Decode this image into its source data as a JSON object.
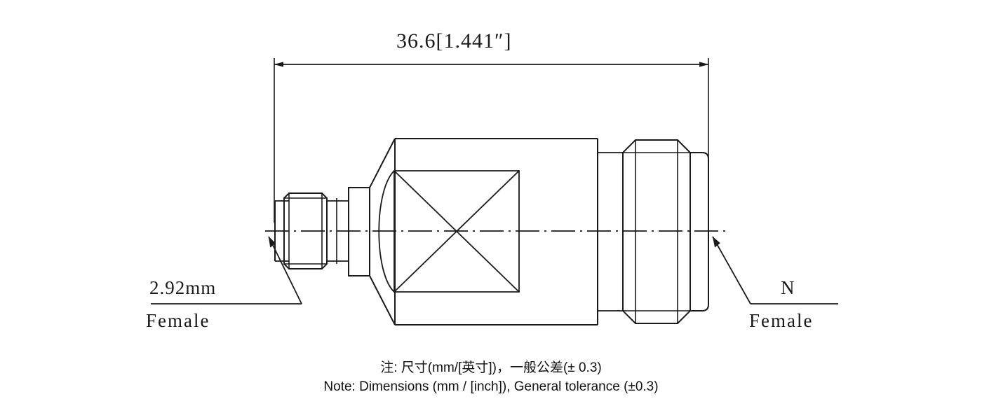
{
  "drawing": {
    "title_dimension": "36.6[1.441″]",
    "left_connector": {
      "type": "2.92mm",
      "gender": "Female"
    },
    "right_connector": {
      "type": "N",
      "gender": "Female"
    },
    "line_color": "#1a1a1a",
    "background_color": "#ffffff"
  },
  "notes": {
    "line_cn": "注: 尺寸(mm/[英寸])，一般公差(± 0.3)",
    "line_en": "Note: Dimensions (mm / [inch]), General tolerance (±0.3)"
  },
  "icons": {
    "dimension_arrow_left": "arrow-left-icon",
    "dimension_arrow_right": "arrow-right-icon",
    "leader_arrow_left": "leader-arrow-icon",
    "leader_arrow_right": "leader-arrow-icon"
  }
}
